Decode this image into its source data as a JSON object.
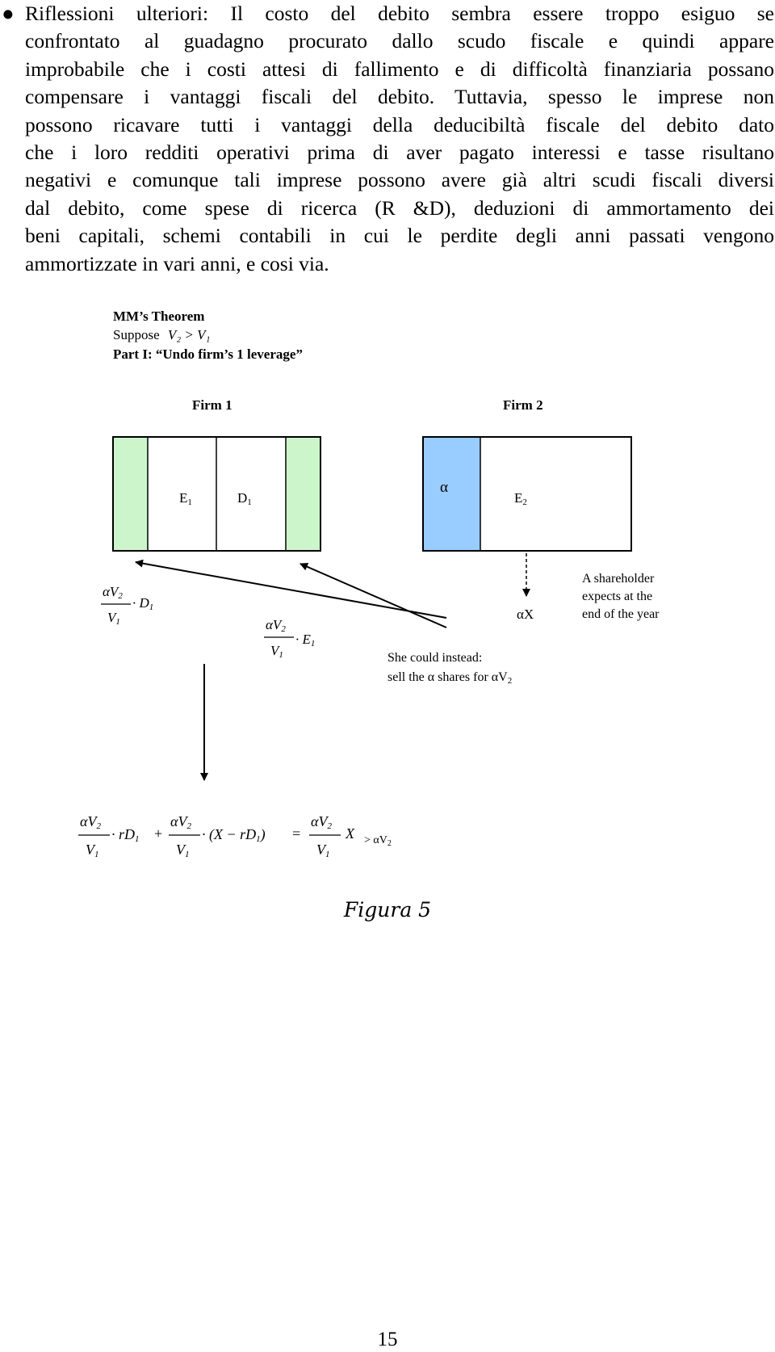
{
  "paragraph": {
    "bullet": "●",
    "lines": [
      "Riflessioni ulteriori: Il costo del debito sembra essere troppo esiguo se",
      "confrontato al guadagno procurato dallo scudo fiscale e quindi appare",
      "improbabile che i costi attesi di fallimento e di difficoltà finanziaria possano",
      "compensare i vantaggi fiscali del debito. Tuttavia, spesso le imprese non",
      "possono ricavare tutti i vantaggi della deducibiltà fiscale del debito dato",
      "che i loro redditi operativi prima di aver pagato interessi e tasse risultano",
      "negativi e comunque tali imprese possono avere già altri scudi fiscali diversi",
      "dal debito, come spese di ricerca (R &D), deduzioni di ammortamento dei",
      "beni capitali, schemi contabili in cui le perdite degli anni passati vengono",
      "ammortizzate in vari anni, e cosi via."
    ]
  },
  "figure": {
    "title": "MM’s Theorem",
    "suppose_label": "Suppose",
    "suppose_expr": "V₂ > V₁",
    "part_label": "Part I: “Undo firm’s 1 leverage”",
    "firm1_label": "Firm 1",
    "firm2_label": "Firm 2",
    "firm1_equity": "E",
    "firm1_debt": "D",
    "firm2_alpha": "α",
    "firm2_equity": "E",
    "sub_1": "1",
    "sub_2": "2",
    "alpha_x": "αX",
    "shareholder_note": [
      "A shareholder",
      "expects at the",
      "end of the year"
    ],
    "instead_note": [
      "She could instead:",
      "sell the α shares for αV"
    ],
    "frac_num": "αV",
    "frac_den": "V",
    "dot_d": "· D",
    "dot_e": "· E",
    "rd_term": "· rD",
    "plus": "+",
    "paren_term": "· (X − rD",
    "paren_close": ")",
    "equals": "=",
    "x_term": "X",
    "gt_term": "> αV",
    "colors": {
      "green_fill": "#ccf5cc",
      "blue_fill": "#99ccff"
    }
  },
  "caption": "Figura 5",
  "page_number": "15"
}
